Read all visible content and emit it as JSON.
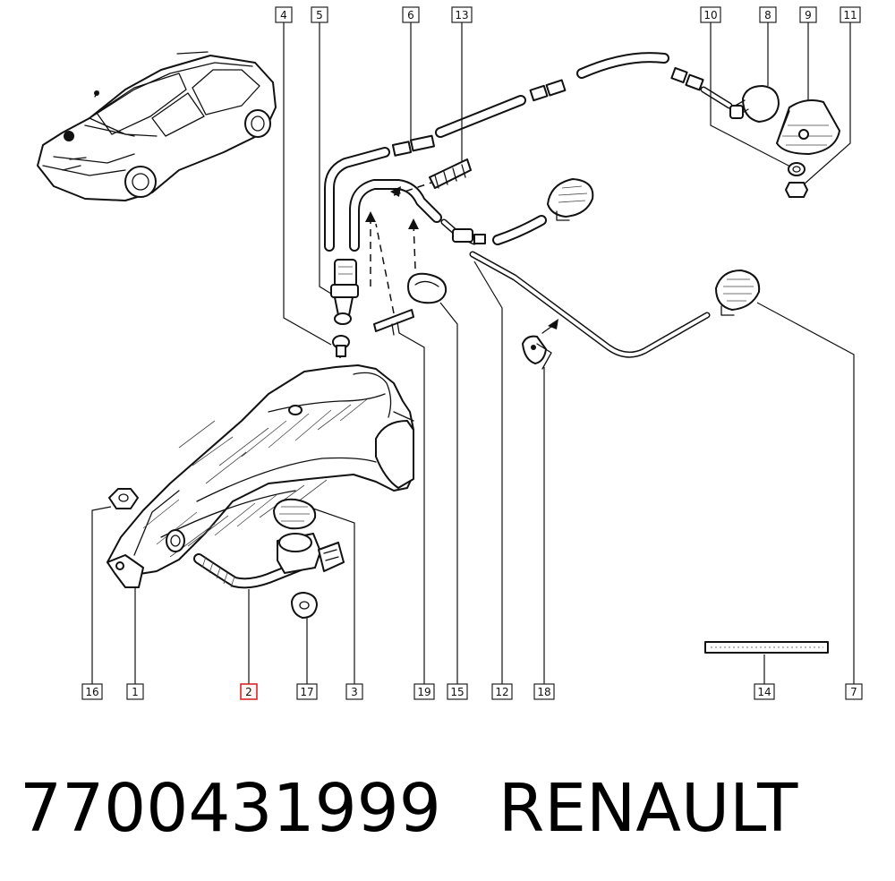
{
  "footer": {
    "part_number": "7700431999",
    "brand": "RENAULT"
  },
  "colors": {
    "line": "#111111",
    "highlight": "#d9262c",
    "background": "#ffffff"
  },
  "callouts": {
    "top": [
      "4",
      "5",
      "6",
      "13",
      "10",
      "8",
      "9",
      "11"
    ],
    "bottom": [
      "16",
      "1",
      "2",
      "17",
      "3",
      "19",
      "15",
      "12",
      "18",
      "14",
      "7"
    ],
    "highlighted": "2"
  },
  "parts_shown": [
    "windscreen-washer-reservoir",
    "filler-neck",
    "pump",
    "hoses",
    "nozzles",
    "clips",
    "grommets",
    "car-silhouette"
  ]
}
